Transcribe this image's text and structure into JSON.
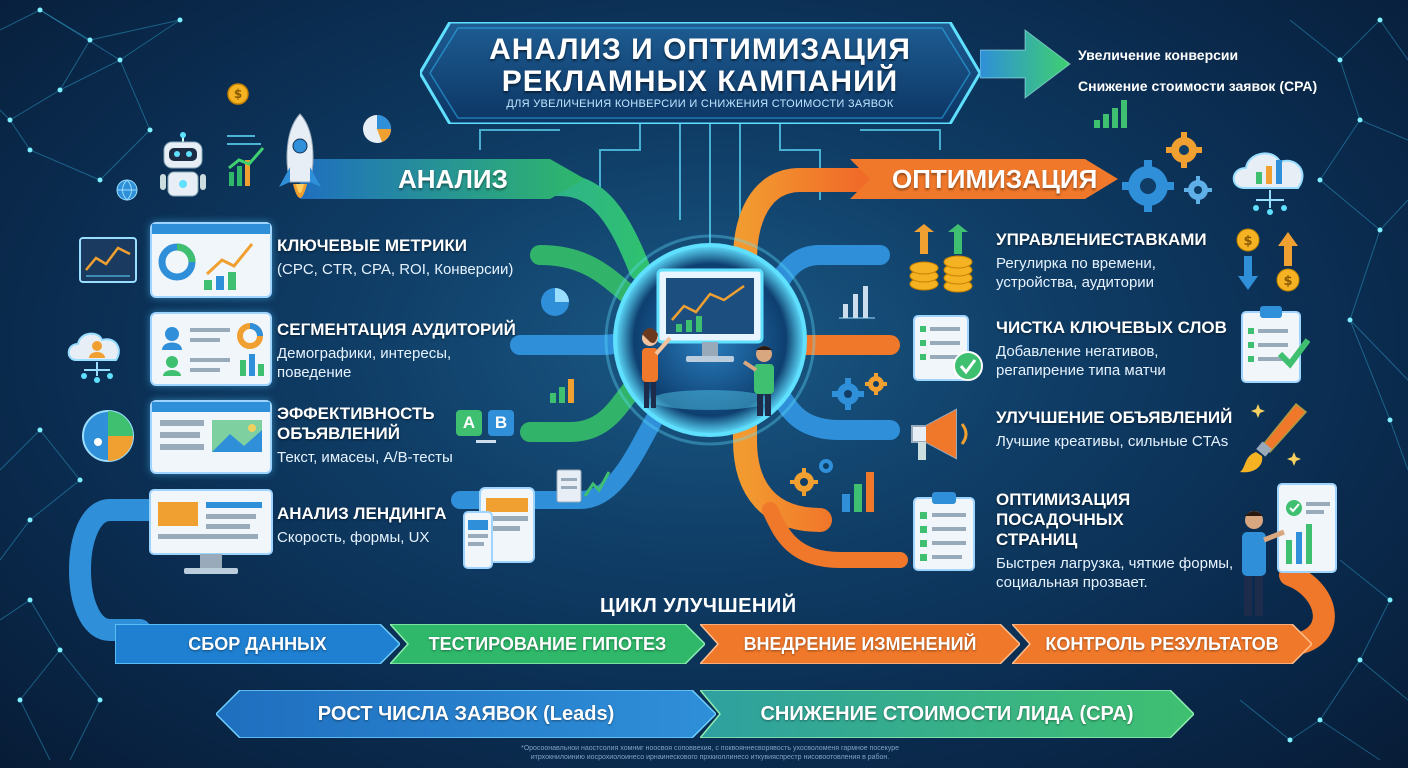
{
  "header": {
    "title_line1": "АНАЛИЗ И ОПТИМИЗАЦИЯ",
    "title_line2": "РЕКЛАМНЫХ КАМПАНИЙ",
    "subtitle": "ДЛЯ УВЕЛИЧЕНИЯ КОНВЕРСИИ И СНИЖЕНИЯ СТОИМОСТИ ЗАЯВОК"
  },
  "goals": [
    "Увеличение конверсии",
    "Снижение стоимости заявок (CPA)"
  ],
  "analysis": {
    "label": "АНАЛИЗ",
    "items": [
      {
        "title": "КЛЮЧЕВЫЕ МЕТРИКИ",
        "desc": "(CPC, CTR, CPA, ROI, Конверсии)"
      },
      {
        "title": "СЕГМЕНТАЦИЯ АУДИТОРИЙ",
        "desc": "Демографики, интересы, поведение"
      },
      {
        "title": "ЭФФЕКТИВНОСТЬ ОБЪЯВЛЕНИЙ",
        "desc": "Текст, имасеы, A/B-тесты"
      },
      {
        "title": "АНАЛИЗ ЛЕНДИНГА",
        "desc": "Скорость, формы, UX"
      }
    ]
  },
  "optimization": {
    "label": "ОПТИМИЗАЦИЯ",
    "items": [
      {
        "title": "УПРАВЛЕНИЕСТАВКАМИ",
        "desc": "Регулирка по времени, устройства, аудитории"
      },
      {
        "title": "ЧИСТКА КЛЮЧЕВЫХ СЛОВ",
        "desc": "Добавление негативов, регапирение типа матчи"
      },
      {
        "title": "УЛУЧШЕНИЕ ОБЪЯВЛЕНИЙ",
        "desc": "Лучшие креативы, сильные CTAs"
      },
      {
        "title": "ОПТИМИЗАЦИЯ ПОСАДОЧНЫХ СТРАНИЦ",
        "desc": "Быстрея лагрузка, чяткие формы, социальная прозвает."
      }
    ]
  },
  "ab_labels": {
    "a": "A",
    "b": "B"
  },
  "cycle": {
    "label": "ЦИКЛ УЛУЧШЕНИЙ",
    "steps": [
      "СБОР ДАННЫХ",
      "ТЕСТИРОВАНИЕ ГИПОТЕЗ",
      "ВНЕДРЕНИЕ ИЗМЕНЕНИЙ",
      "КОНТРОЛЬ РЕЗУЛЬТАТОВ"
    ]
  },
  "results": [
    "РОСТ ЧИСЛА ЗАЯВОК (Leads)",
    "СНИЖЕНИЕ СТОИМОСТИ ЛИДА (CPA)"
  ],
  "footnote": "*Оросоонавльнои наостсолия хомнмг ноосвоя соповвехия, с поквояннесворявость ухосволоменя гармное посекуре итрхокнилоинию иосрохиолоинесо ирнаинескового прхкиоллинесо иткувияспрестр нисовоотовления в рабон.",
  "colors": {
    "blue": "#2f8fd8",
    "green": "#2fb86a",
    "orange": "#f0782a",
    "bg_dark": "#071c36",
    "accent_cyan": "#5fe0ff"
  }
}
